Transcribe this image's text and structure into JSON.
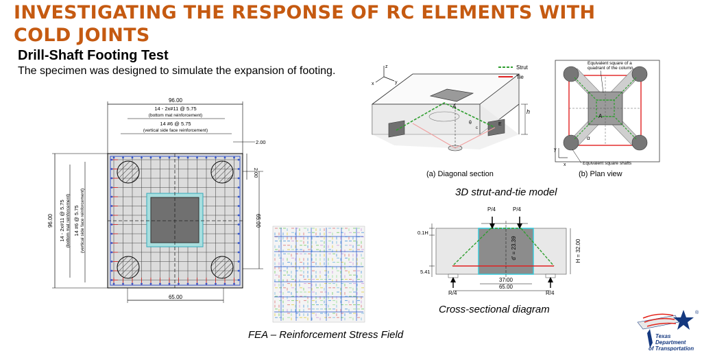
{
  "slide": {
    "title_line1": "INVESTIGATING THE RESPONSE OF RC ELEMENTS WITH",
    "title_line2": "COLD JOINTS",
    "subtitle": "Drill-Shaft Footing Test",
    "description": "The specimen was designed to simulate the expansion of footing."
  },
  "plan_drawing": {
    "dim_overall": "96.00",
    "dim_overall_vert": "96.00",
    "label_bottom_mat": "14 - 2x#11 @ 5.75",
    "label_bottom_mat_sub": "(bottom mat reinforcement)",
    "label_side_face": "14 #6 @ 5.75",
    "label_side_face_sub": "(vertical side face reinforcement)",
    "dim_edge": "2.00",
    "dim_edge_vert": "2.00",
    "dim_shaft_spacing_vert": "65.00",
    "dim_shaft_spacing": "65.00",
    "left_bottom_mat": "14 - 2x#11 @ 5.75",
    "left_bottom_mat_sub": "(bottom mat reinforcement)",
    "left_side_face": "14 #6 @ 5.75",
    "left_side_face_sub": "(vertical side face reinforcement)"
  },
  "strut_tie": {
    "legend_strut": "Strut",
    "legend_tie": "Tie",
    "diag_label_A": "A",
    "diag_label_h": "h",
    "diag_label_E": "E",
    "diag_label_angle": "θ",
    "diag_label_c": "c",
    "diagonal_caption": "(a) Diagonal section",
    "plan_caption": "(b) Plan view",
    "plan_note_top": "Equivalent square of a",
    "plan_note_top2": "quadrant of the column",
    "plan_note_bottom": "Equivalent square shafts",
    "plan_label_A": "A",
    "plan_label_alpha": "α",
    "axis_x": "x",
    "axis_y": "y",
    "axis_z": "z"
  },
  "captions": {
    "strut_tie_model": "3D strut-and-tie model",
    "cross_section": "Cross-sectional diagram",
    "fea": "FEA – Reinforcement Stress Field"
  },
  "cross_section": {
    "load_left": "P/4",
    "load_right": "P/4",
    "label_01h": "0.1H",
    "label_541": "5.41",
    "label_d": "d' = 23.39",
    "label_H": "H = 32.00",
    "dim_inner": "37.00",
    "dim_outer": "65.00",
    "reaction_left": "R/4",
    "reaction_right": "R/4"
  },
  "logo": {
    "line1": "Texas",
    "line2": "Department",
    "line3": "of Transportation",
    "registered": "®"
  },
  "colors": {
    "title": "#c55a11",
    "strut": "#2e9e2e",
    "tie": "#e02020",
    "txdot_blue": "#14387f"
  }
}
